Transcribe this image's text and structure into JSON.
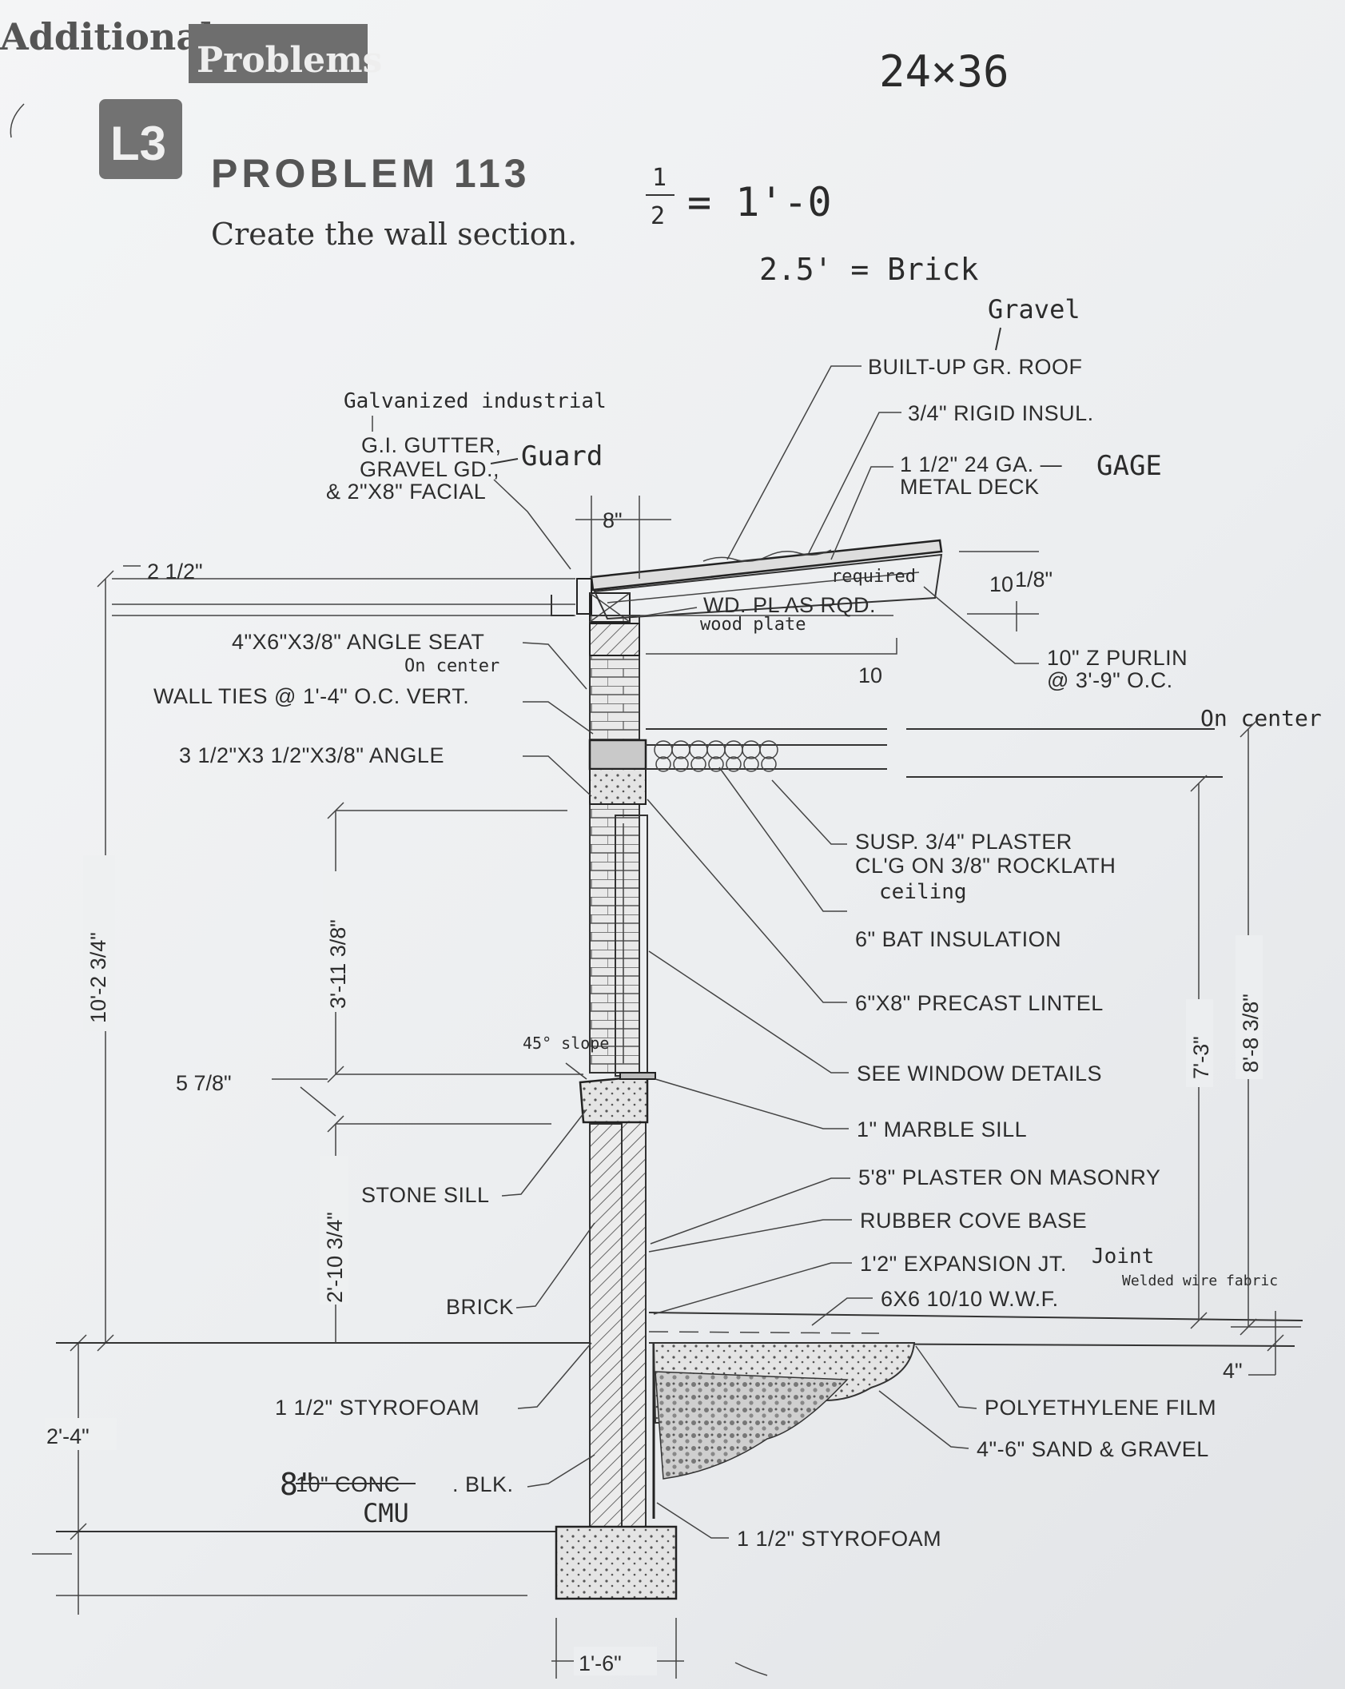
{
  "header": {
    "section": "Additional",
    "section_tab": "Problems",
    "level_badge": "L3",
    "problem_title": "PROBLEM 113",
    "instruction": "Create the wall section."
  },
  "handwritten": {
    "sheet_size": "24×36",
    "scale_num": "1",
    "scale_den": "2",
    "scale_eq": "= 1'-0",
    "brick_note": "2.5' = Brick",
    "gravel": "Gravel",
    "galvanized": "Galvanized industrial",
    "guard": "Guard",
    "required": "required",
    "wood_plate": "wood plate",
    "on_center_1": "On center",
    "on_center_2": "On center",
    "gage": "GAGE",
    "ceiling": "ceiling",
    "slope": "45° slope",
    "joint": "Joint",
    "welded_wire_fabric": "Welded wire fabric",
    "cmu_8": "8\"",
    "cmu": "CMU",
    "struck_conc": "10\" CONC"
  },
  "labels": {
    "built_up_roof": "BUILT-UP GR. ROOF",
    "rigid_insul": "3/4\" RIGID INSUL.",
    "metal_deck_1": "1 1/2\" 24 GA. —",
    "metal_deck_2": "METAL DECK",
    "gutter_1": "G.I. GUTTER,",
    "gutter_2": "GRAVEL GD.,",
    "gutter_3": "& 2\"X8\" FACIAL",
    "angle_seat": "4\"X6\"X3/8\" ANGLE SEAT",
    "wall_ties": "WALL TIES @ 1'-4\" O.C. VERT.",
    "angle": "3 1/2\"X3 1/2\"X3/8\" ANGLE",
    "wd_pl": "WD. PL AS RQD.",
    "z_purlin_1": "10\" Z PURLIN",
    "z_purlin_2": "@ 3'-9\" O.C.",
    "plaster_clg_1": "SUSP. 3/4\" PLASTER",
    "plaster_clg_2": "CL'G ON 3/8\" ROCKLATH",
    "bat_insul": "6\" BAT INSULATION",
    "lintel": "6\"X8\" PRECAST LINTEL",
    "window": "SEE WINDOW DETAILS",
    "marble_sill": "1\" MARBLE SILL",
    "plaster_masonry": "5'8\" PLASTER ON MASONRY",
    "cove_base": "RUBBER COVE BASE",
    "expansion": "1'2\" EXPANSION JT.",
    "wwf": "6X6 10/10 W.W.F.",
    "poly": "POLYETHYLENE FILM",
    "sand": "4\"-6\" SAND & GRAVEL",
    "styrofoam_right": "1 1/2\" STYROFOAM",
    "stone_sill": "STONE SILL",
    "brick": "BRICK",
    "styrofoam_left": "1 1/2\" STYROFOAM",
    "conc_blk": ". BLK."
  },
  "dimensions": {
    "d_8in": "8\"",
    "d_2_5": "2 1/2\"",
    "d_10_1_8_whole": "10",
    "d_10_1_8_frac": "1/8\"",
    "d_10": "10",
    "d_10_2_3_4": "10'-2 3/4\"",
    "d_3_11_3_8": "3'-11 3/8\"",
    "d_5_7_8": "5 7/8\"",
    "d_2_10_3_4": "2'-10 3/4\"",
    "d_2_4": "2'-4\"",
    "d_7_3": "7'-3\"",
    "d_8_8_3_8": "8'-8 3/8\"",
    "d_4": "4\"",
    "d_1_6": "1'-6\""
  }
}
